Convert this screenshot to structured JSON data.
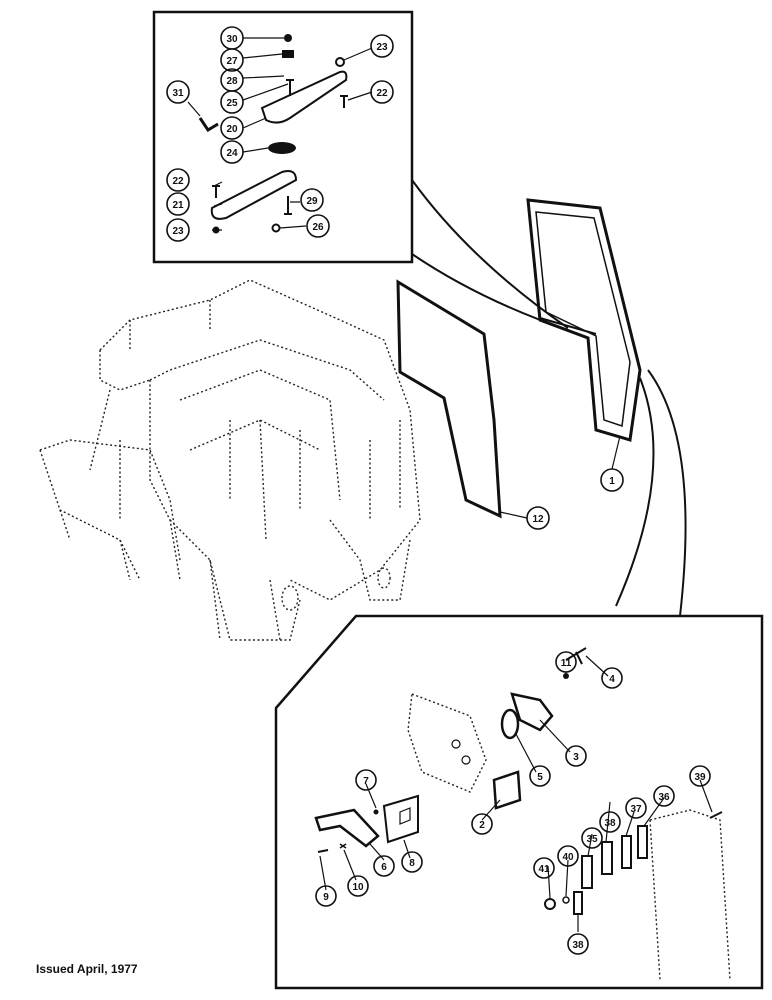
{
  "footer": {
    "issued": "Issued April, 1977"
  },
  "callouts": {
    "c30": "30",
    "c27": "27",
    "c28": "28",
    "c25": "25",
    "c20": "20",
    "c24": "24",
    "c31": "31",
    "c23a": "23",
    "c22a": "22",
    "c22b": "22",
    "c21": "21",
    "c23b": "23",
    "c29": "29",
    "c26": "26",
    "c1": "1",
    "c12": "12",
    "c11": "11",
    "c4": "4",
    "c3": "3",
    "c5": "5",
    "c2": "2",
    "c7": "7",
    "c8": "8",
    "c6": "6",
    "c9": "9",
    "c10": "10",
    "c39": "39",
    "c36": "36",
    "c37": "37",
    "c38a": "38",
    "c35": "35",
    "c40": "40",
    "c41": "41",
    "c38b": "38"
  },
  "colors": {
    "ink": "#111111",
    "paper": "#ffffff"
  }
}
